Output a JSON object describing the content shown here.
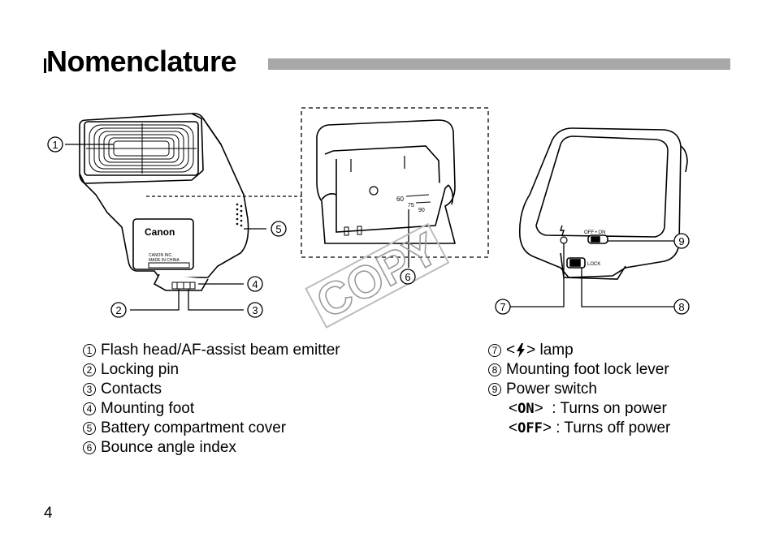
{
  "page": {
    "title": "Nomenclature",
    "page_number": "4"
  },
  "callout_numbers": [
    "1",
    "2",
    "3",
    "4",
    "5",
    "6",
    "7",
    "8",
    "9"
  ],
  "illustration_labels": {
    "brand": "Canon",
    "maker": "CANON INC.",
    "made_in": "MADE IN CHINA",
    "scale_60": "60",
    "scale_75": "75",
    "scale_90": "90",
    "power_switch": "OFF • ON",
    "lock": "LOCK",
    "watermark": "COPY"
  },
  "legend_left": [
    {
      "n": "1",
      "text": "Flash head/AF-assist beam emitter"
    },
    {
      "n": "2",
      "text": "Locking pin"
    },
    {
      "n": "3",
      "text": "Contacts"
    },
    {
      "n": "4",
      "text": "Mounting foot"
    },
    {
      "n": "5",
      "text": "Battery compartment cover"
    },
    {
      "n": "6",
      "text": "Bounce angle index"
    }
  ],
  "legend_right": {
    "item7": {
      "n": "7",
      "before": "<",
      "after": "> lamp"
    },
    "item8": {
      "n": "8",
      "text": "Mounting foot lock lever"
    },
    "item9": {
      "n": "9",
      "text": "Power switch"
    },
    "on": {
      "open": "<",
      "key": "ON",
      "close": ">",
      "desc": "  : Turns on power"
    },
    "off": {
      "open": "<",
      "key": "OFF",
      "close": ">",
      "desc": " : Turns off power"
    }
  }
}
